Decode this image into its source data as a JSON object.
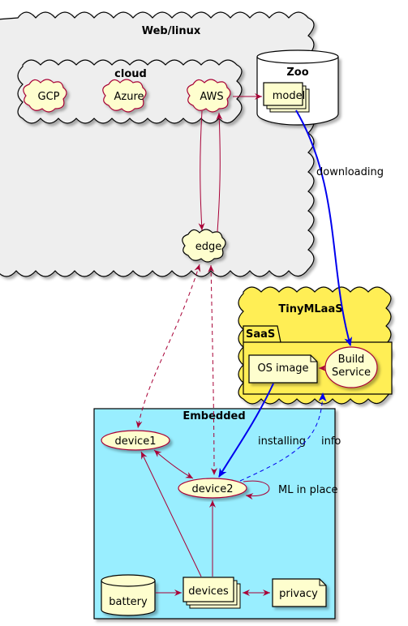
{
  "frames": {
    "web_linux": "Web/linux",
    "cloud": "cloud",
    "zoo": "Zoo",
    "tinymlaas": "TinyMLaaS",
    "saas": "SaaS",
    "embedded": "Embedded"
  },
  "nodes": {
    "gcp": "GCP",
    "azure": "Azure",
    "aws": "AWS",
    "model": "model",
    "edge": "edge",
    "build_service_line1": "Build",
    "build_service_line2": "Service",
    "os_image": "OS image",
    "device1": "device1",
    "device2": "device2",
    "battery": "battery",
    "devices": "devices",
    "privacy": "privacy"
  },
  "edge_labels": {
    "downloading": "downloading",
    "installing": "installing",
    "info": "info",
    "ml_in_place": "ML in place"
  },
  "colors": {
    "cloud_fill": "#eeeeee",
    "node_fill": "#fefece",
    "tinymlaas_fill": "#ffee55",
    "embedded_fill": "#99eeff",
    "edge_red": "#a80036",
    "edge_blue": "#0000ee"
  }
}
